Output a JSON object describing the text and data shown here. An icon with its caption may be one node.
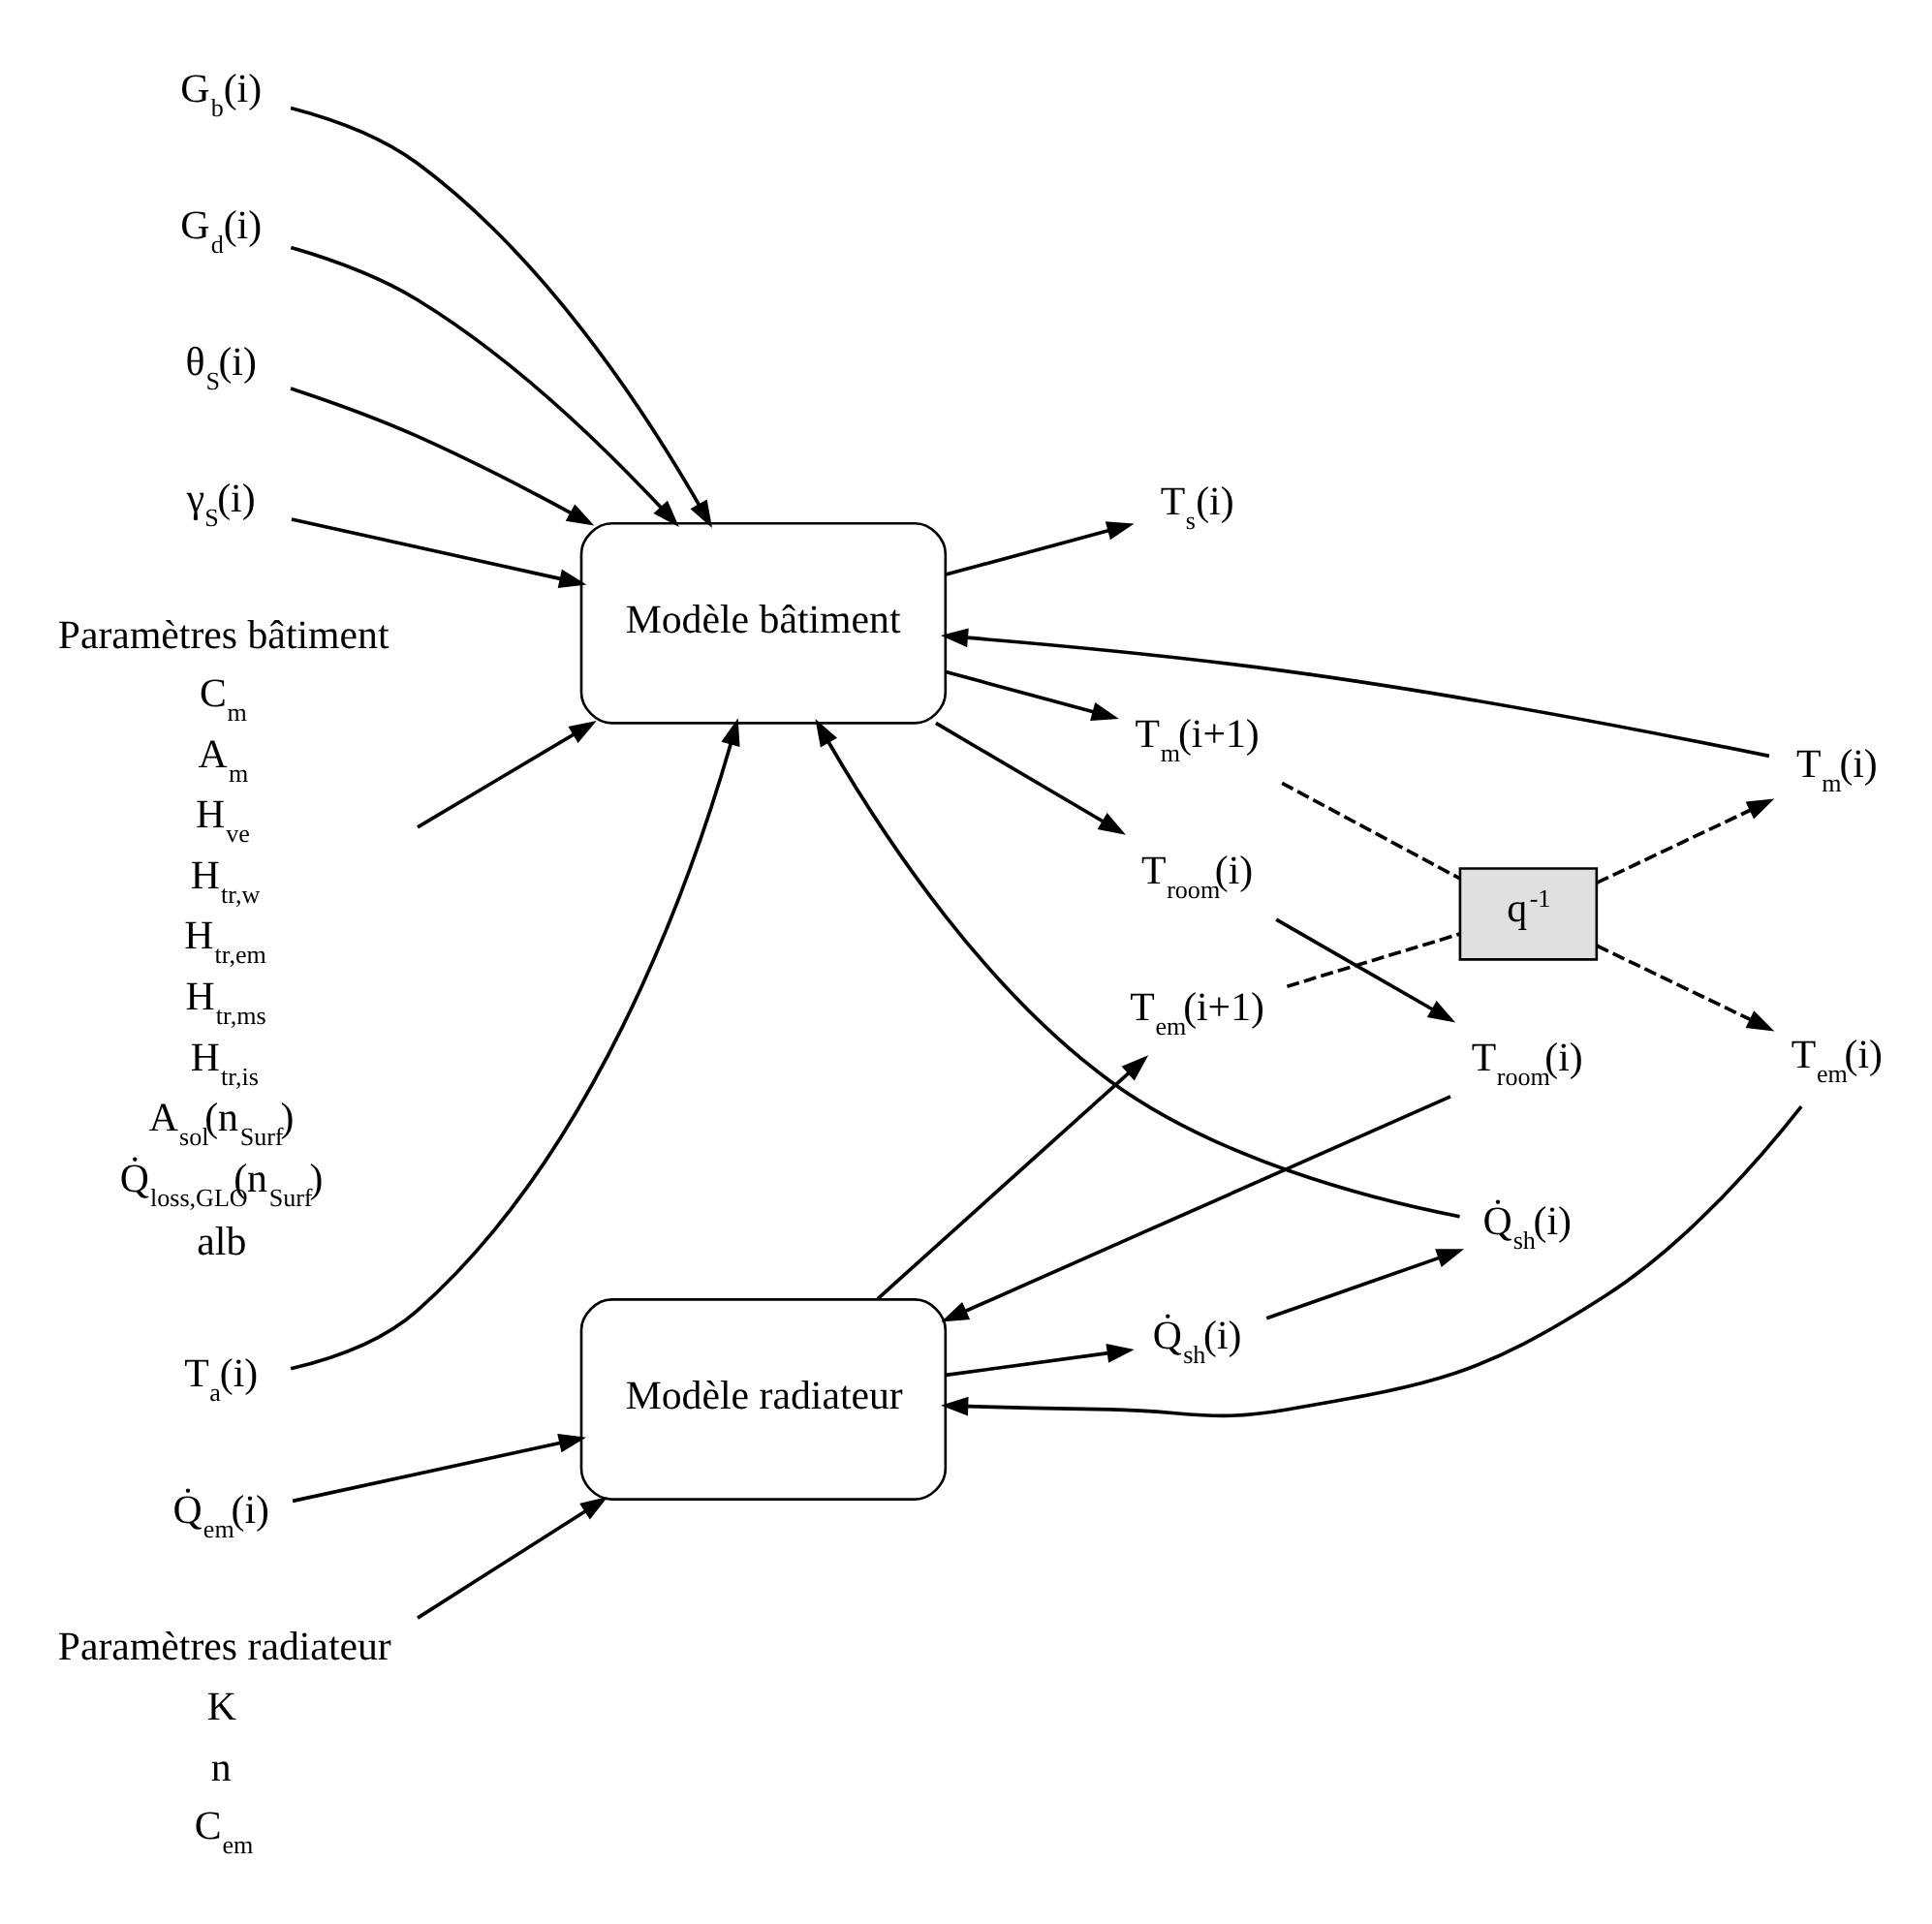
{
  "diagram": {
    "nodes": [
      {
        "text": [
          "Paramètres bâtiment",
          "C$_{m}$",
          "A$_{m}$",
          "H$_{ve}$",
          "H$_{tr,w}$",
          "H$_{tr,em}$",
          "H$_{tr,ms}$",
          "H$_{tr,is}$",
          "A$_{sol}$(n$_{Surf}$)",
          "Q̇$_{loss,GLO}$(n$_{Surf}$)",
          "alb"
        ]
      },
      {
        "text": [
          "T$_{a}$(i)"
        ]
      },
      {
        "text": [
          "G$_{b}$(i)"
        ]
      },
      {
        "text": [
          "G$_{d}$(i)"
        ]
      },
      {
        "text": [
          "θ$_{S}$(i)"
        ]
      },
      {
        "text": [
          "γ$_{S}$(i)"
        ]
      },
      {
        "text": [
          "T$_{m}$(i)"
        ]
      },
      {
        "text": [
          "Q̇$_{sh}$(i)"
        ]
      },
      {
        "text": [
          "Modèle bâtiment"
        ]
      },
      {
        "text": [
          "T$_{room}$(i)"
        ]
      },
      {
        "text": [
          "T$_{s}$(i)"
        ]
      },
      {
        "text": [
          "T$_{m}$(i+1)"
        ]
      },
      {
        "text": [
          "q$^{-1}$"
        ]
      },
      {
        "text": [
          "T$_{em}$(i)"
        ]
      },
      {
        "text": [
          "T$_{room}$(i)"
        ]
      },
      {
        "text": [
          "Q̇$_{em}$(i)"
        ]
      },
      {
        "text": [
          "Modèle radiateur"
        ]
      },
      {
        "text": [
          "T$_{em}$(i+1)"
        ]
      },
      {
        "text": [
          "Q̇$_{sh}$(i)"
        ]
      },
      {
        "text": [
          "Paramètres radiateur",
          "K",
          "n",
          "C$_{em}$"
        ]
      }
    ],
    "edges": [
      {
        "from": 0,
        "to": 8,
        "arrow": "to"
      },
      {
        "from": 1,
        "to": 8,
        "arrow": "to"
      },
      {
        "from": 2,
        "to": 8,
        "arrow": "to"
      },
      {
        "from": 3,
        "to": 8,
        "arrow": "to"
      },
      {
        "from": 4,
        "to": 8,
        "arrow": "to"
      },
      {
        "from": 5,
        "to": 8,
        "arrow": "to"
      },
      {
        "from": 6,
        "to": 8,
        "arrow": "to"
      },
      {
        "from": 7,
        "to": 8,
        "arrow": "to"
      },
      {
        "from": 8,
        "to": 9,
        "arrow": "to"
      },
      {
        "from": 8,
        "to": 10,
        "arrow": "to"
      },
      {
        "from": 8,
        "to": 11,
        "arrow": "to"
      },
      {
        "from": 11,
        "to": 12,
        "arrow": "none",
        "style": "dashed"
      },
      {
        "from": 12,
        "to": 6,
        "arrow": "to",
        "style": "dashed"
      },
      {
        "from": 9,
        "to": 14,
        "arrow": "to"
      },
      {
        "from": 18,
        "to": 7,
        "arrow": "to"
      },
      {
        "from": 17,
        "to": 12,
        "arrow": "none",
        "style": "dashed"
      },
      {
        "from": 12,
        "to": 13,
        "arrow": "to",
        "style": "dashed"
      },
      {
        "from": 13,
        "to": 16,
        "arrow": "to"
      },
      {
        "from": 14,
        "to": 16,
        "arrow": "to"
      },
      {
        "from": 15,
        "to": 16,
        "arrow": "to"
      },
      {
        "from": 19,
        "to": 16,
        "arrow": "to"
      },
      {
        "from": 16,
        "to": 17,
        "arrow": "to"
      },
      {
        "from": 16,
        "to": 18,
        "arrow": "to"
      }
    ]
  }
}
